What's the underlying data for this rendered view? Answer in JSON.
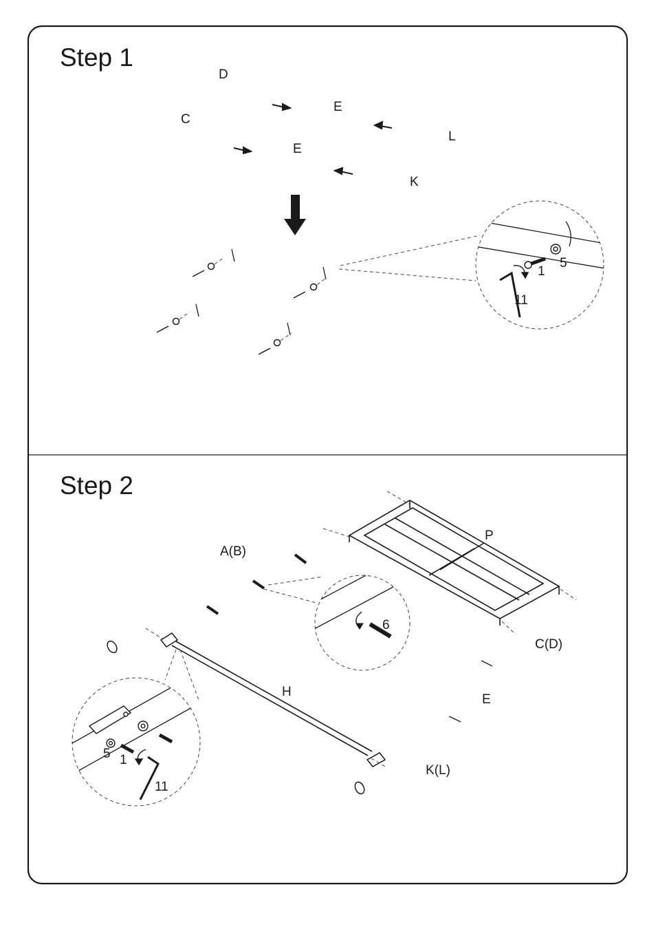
{
  "steps": [
    {
      "title": "Step  1"
    },
    {
      "title": "Step  2"
    }
  ],
  "step1": {
    "parts": {
      "D": "D",
      "C": "C",
      "E_top": "E",
      "E_bottom": "E",
      "L": "L",
      "K": "K"
    },
    "callout": {
      "screw": "1",
      "washer": "5",
      "allen_key": "11"
    }
  },
  "step2": {
    "parts": {
      "AB": "A(B)",
      "P": "P",
      "H": "H",
      "CD": "C(D)",
      "E": "E",
      "KL": "K(L)"
    },
    "callout_top": {
      "bolt": "6"
    },
    "callout_bottom": {
      "washer": "5",
      "screw": "1",
      "allen_key": "11"
    }
  },
  "colors": {
    "ink": "#1a1a1a",
    "paper": "#ffffff"
  }
}
